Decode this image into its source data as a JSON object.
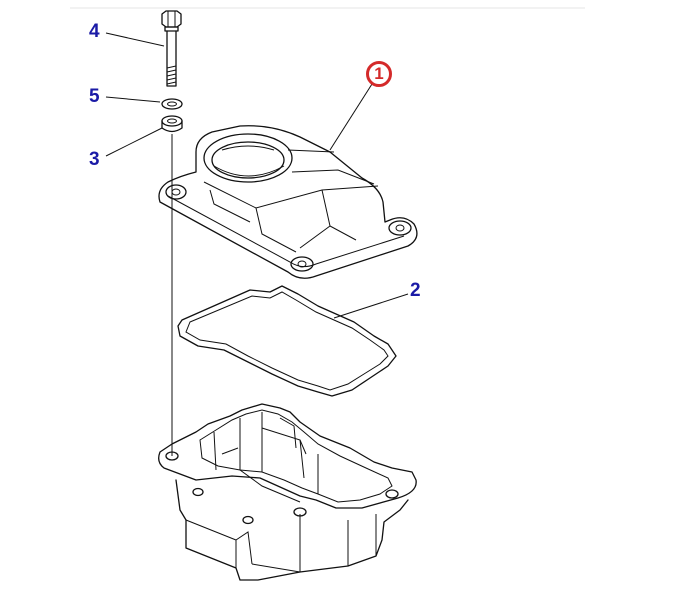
{
  "callouts": {
    "bolt": "4",
    "washer": "5",
    "spacer": "3",
    "cover": "1",
    "gasket": "2"
  },
  "colors": {
    "callout_text": "#1a1aa6",
    "highlight": "#d42a2a",
    "line_art": "#111111"
  }
}
